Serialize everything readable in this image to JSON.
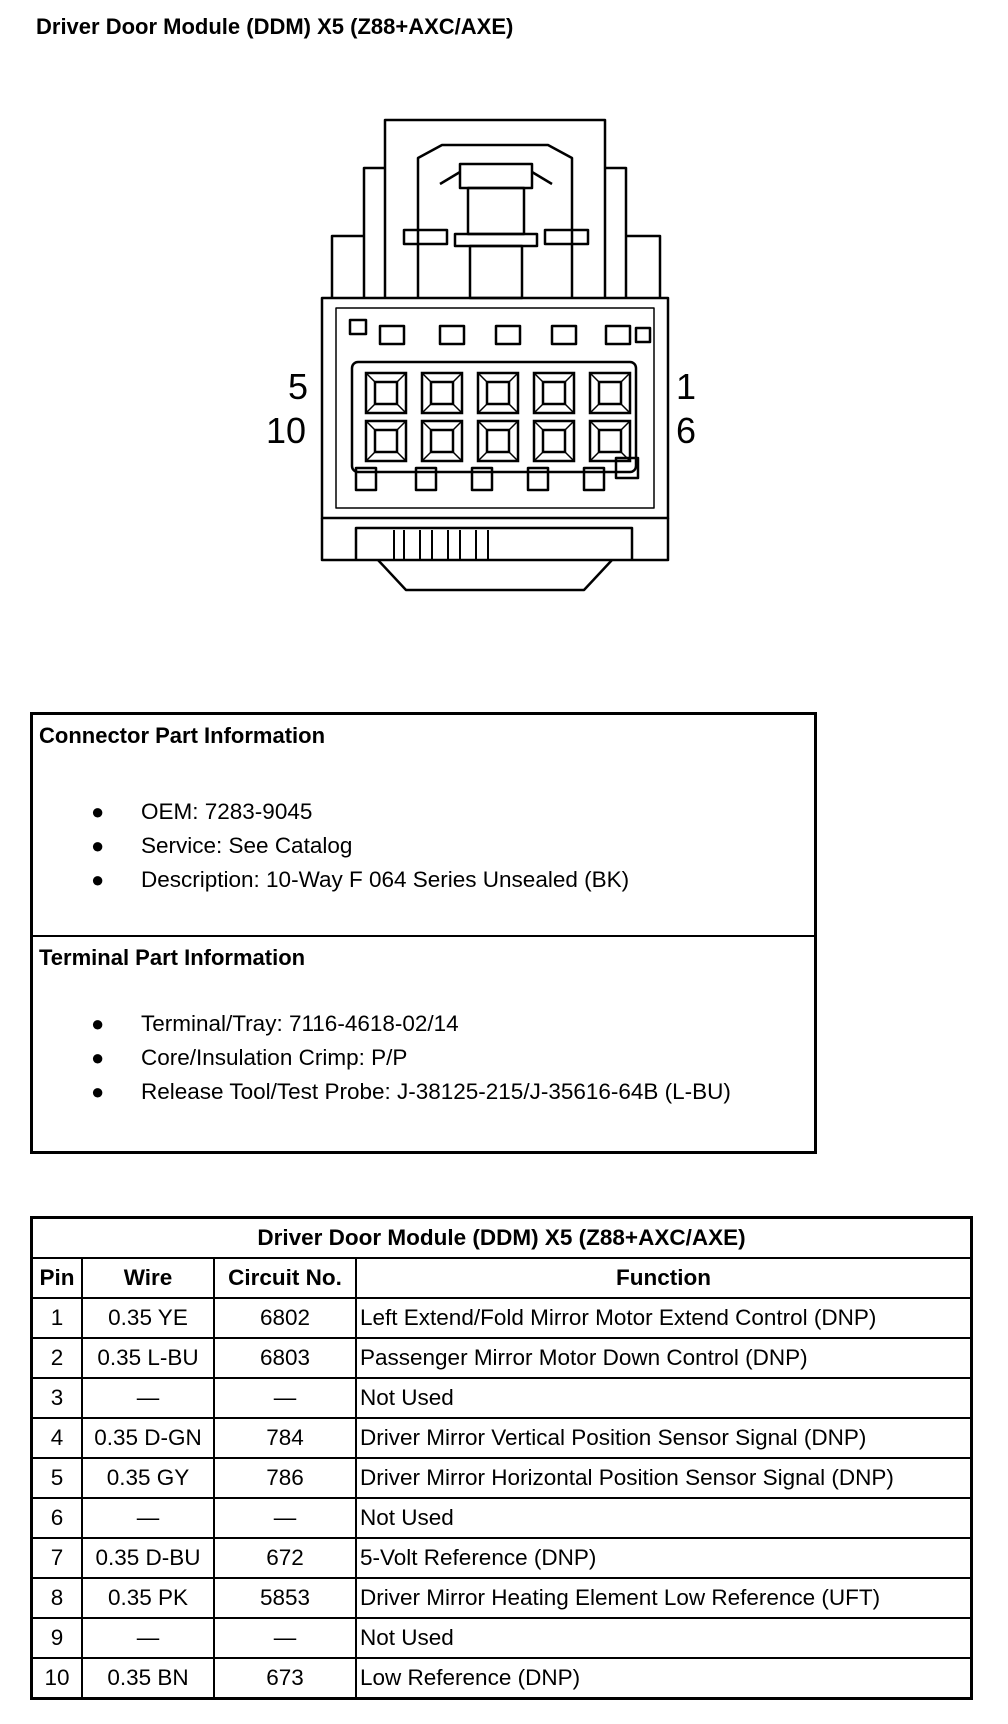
{
  "page": {
    "title": "Driver Door Module (DDM) X5 (Z88+AXC/AXE)"
  },
  "connector": {
    "pin_labels": {
      "top_left": "5",
      "bottom_left": "10",
      "top_right": "1",
      "bottom_right": "6"
    }
  },
  "connector_info": {
    "heading": "Connector Part Information",
    "items": [
      "OEM: 7283-9045",
      "Service: See Catalog",
      "Description: 10-Way F 064 Series Unsealed (BK)"
    ]
  },
  "terminal_info": {
    "heading": "Terminal Part Information",
    "items": [
      "Terminal/Tray: 7116-4618-02/14",
      "Core/Insulation Crimp: P/P",
      "Release Tool/Test Probe: J-38125-215/J-35616-64B (L-BU)"
    ]
  },
  "pin_table": {
    "title": "Driver Door Module (DDM) X5 (Z88+AXC/AXE)",
    "headers": [
      "Pin",
      "Wire",
      "Circuit No.",
      "Function"
    ],
    "rows": [
      [
        "1",
        "0.35 YE",
        "6802",
        "Left Extend/Fold Mirror Motor Extend Control (DNP)"
      ],
      [
        "2",
        "0.35 L-BU",
        "6803",
        "Passenger Mirror Motor Down Control (DNP)"
      ],
      [
        "3",
        "—",
        "—",
        "Not Used"
      ],
      [
        "4",
        "0.35 D-GN",
        "784",
        "Driver Mirror Vertical Position Sensor Signal (DNP)"
      ],
      [
        "5",
        "0.35 GY",
        "786",
        "Driver Mirror Horizontal Position Sensor Signal (DNP)"
      ],
      [
        "6",
        "—",
        "—",
        "Not Used"
      ],
      [
        "7",
        "0.35 D-BU",
        "672",
        "5-Volt Reference (DNP)"
      ],
      [
        "8",
        "0.35 PK",
        "5853",
        "Driver Mirror Heating Element Low Reference (UFT)"
      ],
      [
        "9",
        "—",
        "—",
        "Not Used"
      ],
      [
        "10",
        "0.35 BN",
        "673",
        "Low Reference (DNP)"
      ]
    ]
  }
}
